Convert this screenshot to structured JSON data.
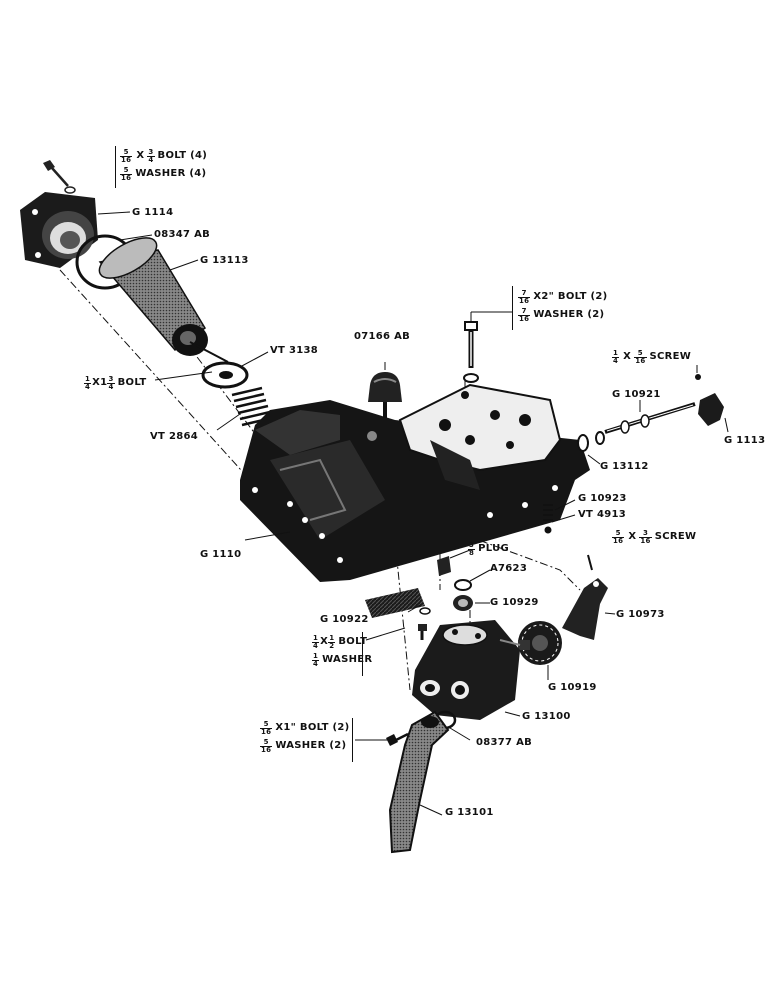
{
  "parts": {
    "g1114": "G 1114",
    "ab08347": "08347 AB",
    "g13113": "G 13113",
    "vt3138": "VT 3138",
    "vt2864": "VT 2864",
    "ab07166": "07166 AB",
    "g10921": "G 10921",
    "g1113": "G 1113",
    "g13112": "G 13112",
    "g10923": "G 10923",
    "vt4913": "VT 4913",
    "g1110": "G 1110",
    "a7623": "A7623",
    "g10929": "G 10929",
    "g10973": "G 10973",
    "g10922": "G 10922",
    "g10919": "G 10919",
    "g13100": "G 13100",
    "ab08377": "08377 AB",
    "g13101": "G 13101"
  },
  "callouts": {
    "bolt_5_16": {
      "num": "5",
      "den": "16",
      "x": "X",
      "num2": "3",
      "den2": "4",
      "text": "BOLT (4)"
    },
    "washer_5_16": {
      "num": "5",
      "den": "16",
      "text": "WASHER (4)"
    },
    "bolt_7_16": {
      "num": "7",
      "den": "16",
      "text": "X2\" BOLT (2)"
    },
    "washer_7_16": {
      "num": "7",
      "den": "16",
      "text": "WASHER (2)"
    },
    "bolt_1_4_x_1_3_4": {
      "num": "1",
      "den": "4",
      "mid": "X1",
      "num2": "3",
      "den2": "4",
      "text": "BOLT"
    },
    "screw_1_4_x_5_16": {
      "num": "1",
      "den": "4",
      "x": "X",
      "num2": "5",
      "den2": "16",
      "text": "SCREW"
    },
    "screw_5_16_x_3_16": {
      "num": "5",
      "den": "16",
      "x": "X",
      "num2": "3",
      "den2": "16",
      "text": "SCREW"
    },
    "plug_3_8": {
      "num": "3",
      "den": "8",
      "text": "PLUG"
    },
    "bolt_1_4_x_1_2": {
      "num": "1",
      "den": "4",
      "mid": "X",
      "num2": "1",
      "den2": "2",
      "text": "BOLT"
    },
    "washer_1_4": {
      "num": "1",
      "den": "4",
      "text": "WASHER"
    },
    "bolt_5_16_x1": {
      "num": "5",
      "den": "16",
      "text": "X1\" BOLT (2)"
    },
    "washer_5_16_b": {
      "num": "5",
      "den": "16",
      "text": "WASHER (2)"
    }
  }
}
